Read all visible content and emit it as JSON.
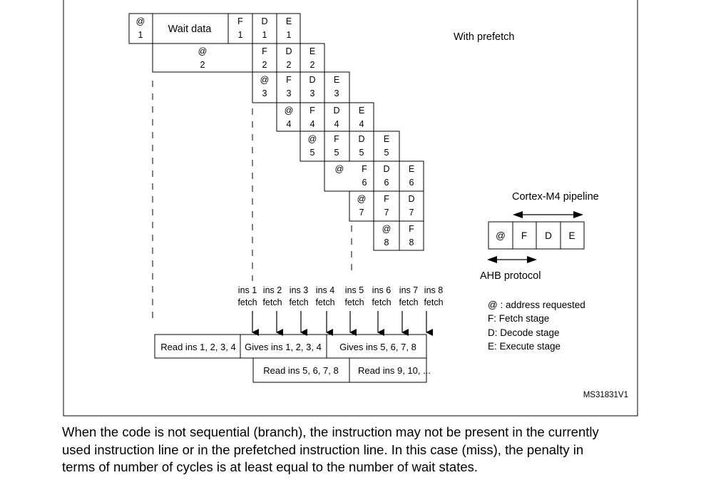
{
  "diagram": {
    "title_with_prefetch": "With prefetch",
    "pipeline_title": "Cortex-M4 pipeline",
    "ahb_label": "AHB protocol",
    "figure_id": "MS31831V1",
    "pipeline_stages": [
      "@",
      "F",
      "D",
      "E"
    ],
    "legend": [
      "@ : address requested",
      "F: Fetch stage",
      "D: Decode stage",
      "E: Execute stage"
    ],
    "cells": [
      {
        "top": "@",
        "bot": "1"
      },
      {
        "top": "Wait data",
        "bot": ""
      },
      {
        "top": "F",
        "bot": "1"
      },
      {
        "top": "D",
        "bot": "1"
      },
      {
        "top": "E",
        "bot": "1"
      },
      {
        "top": "@",
        "bot": "2"
      },
      {
        "top": "F",
        "bot": "2"
      },
      {
        "top": "D",
        "bot": "2"
      },
      {
        "top": "E",
        "bot": "2"
      },
      {
        "top": "@",
        "bot": "3"
      },
      {
        "top": "F",
        "bot": "3"
      },
      {
        "top": "D",
        "bot": "3"
      },
      {
        "top": "E",
        "bot": "3"
      },
      {
        "top": "@",
        "bot": "4"
      },
      {
        "top": "F",
        "bot": "4"
      },
      {
        "top": "D",
        "bot": "4"
      },
      {
        "top": "E",
        "bot": "4"
      },
      {
        "top": "@",
        "bot": "5"
      },
      {
        "top": "F",
        "bot": "5"
      },
      {
        "top": "D",
        "bot": "5"
      },
      {
        "top": "E",
        "bot": "5"
      },
      {
        "top": "@",
        "bot": ""
      },
      {
        "top": "F",
        "bot": "6"
      },
      {
        "top": "D",
        "bot": "6"
      },
      {
        "top": "E",
        "bot": "6"
      },
      {
        "top": "@",
        "bot": "7"
      },
      {
        "top": "F",
        "bot": "7"
      },
      {
        "top": "D",
        "bot": "7"
      },
      {
        "top": "@",
        "bot": "8"
      },
      {
        "top": "F",
        "bot": "8"
      }
    ],
    "fetch_labels": [
      {
        "line1": "ins 1",
        "line2": "fetch"
      },
      {
        "line1": "ins 2",
        "line2": "fetch"
      },
      {
        "line1": "ins 3",
        "line2": "fetch"
      },
      {
        "line1": "ins 4",
        "line2": "fetch"
      },
      {
        "line1": "ins 5",
        "line2": "fetch"
      },
      {
        "line1": "ins 6",
        "line2": "fetch"
      },
      {
        "line1": "ins 7",
        "line2": "fetch"
      },
      {
        "line1": "ins 8",
        "line2": "fetch"
      }
    ],
    "bus_boxes": [
      "Read ins 1, 2, 3, 4",
      "Gives ins 1, 2, 3, 4",
      "Gives ins 5, 6, 7, 8",
      "Read ins 5, 6, 7, 8",
      "Read ins 9, 10, ..."
    ]
  },
  "description": {
    "lines": [
      "When the code is not sequential (branch), the instruction may not be present in the currently",
      "used instruction line or in the prefetched instruction line. In this case (miss), the penalty in",
      "terms of number of cycles is at least equal to the number of wait states."
    ]
  }
}
